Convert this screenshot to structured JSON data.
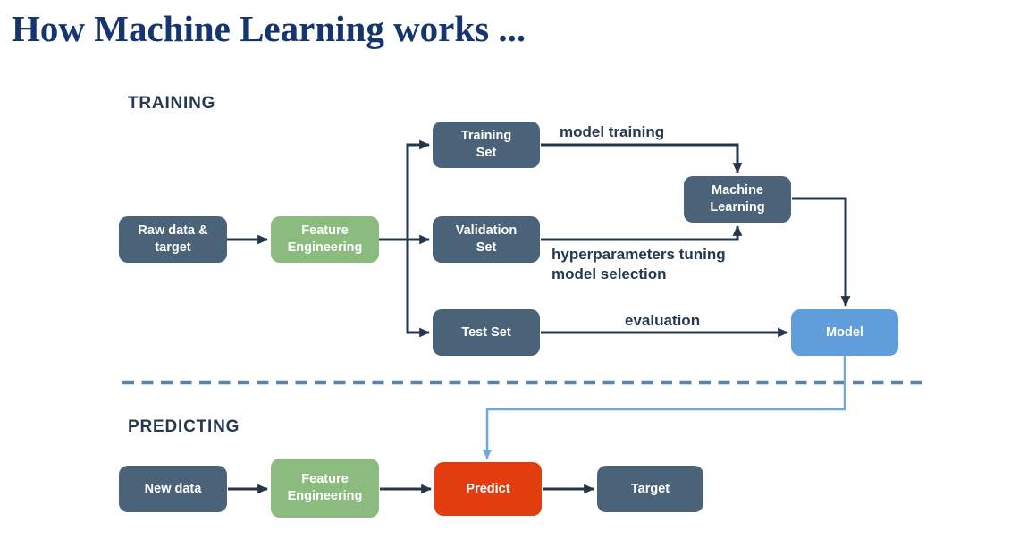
{
  "title": "How Machine Learning works ...",
  "sections": {
    "training": "TRAINING",
    "predicting": "PREDICTING"
  },
  "nodes": {
    "raw_data": "Raw data &\ntarget",
    "feature_engineering_training": "Feature\nEngineering",
    "training_set": "Training\nSet",
    "validation_set": "Validation\nSet",
    "test_set": "Test Set",
    "machine_learning": "Machine\nLearning",
    "model": "Model",
    "new_data": "New data",
    "feature_engineering_predicting": "Feature\nEngineering",
    "predict": "Predict",
    "target": "Target"
  },
  "edge_labels": {
    "model_training": "model training",
    "hyperparameters_tuning": "hyperparameters tuning",
    "model_selection": "model selection",
    "evaluation": "evaluation"
  },
  "colors": {
    "title-text": "#14356F",
    "section-text": "#25384E",
    "box-dark": "#4A6379",
    "box-green": "#8CBB80",
    "box-blue": "#5F9EDB",
    "box-red": "#E23D0E",
    "box-text": "#FFFFFF",
    "arrow-dark": "#24374A",
    "arrow-blue": "#70A7DC",
    "divider-blue": "#5E82A3"
  }
}
